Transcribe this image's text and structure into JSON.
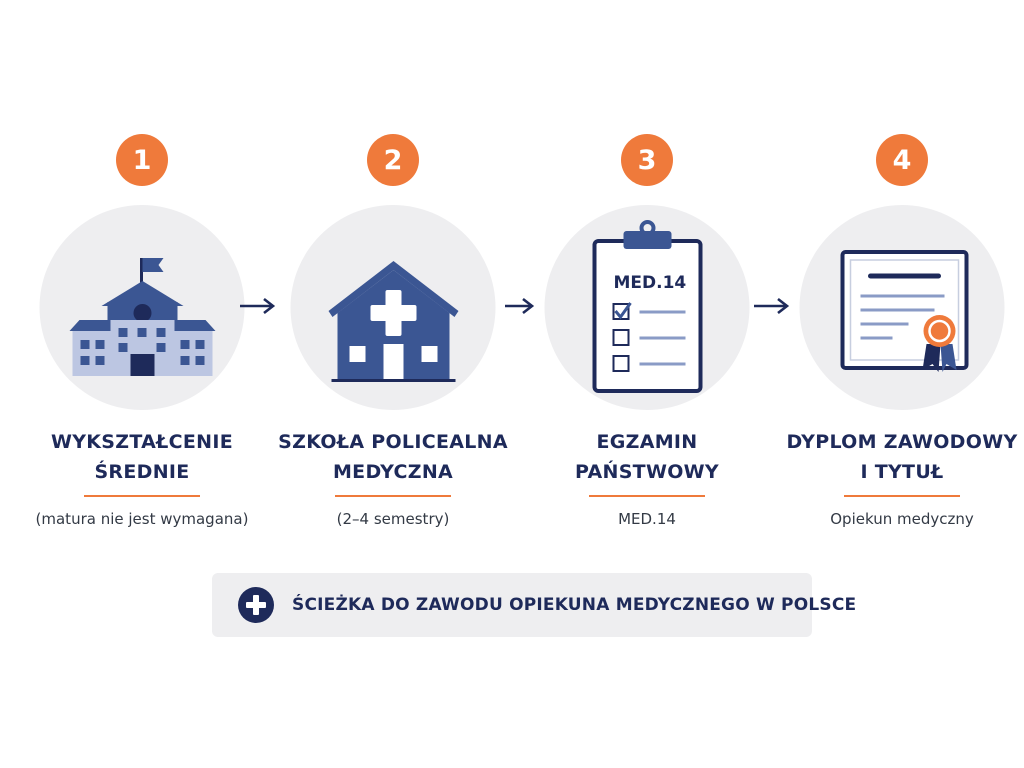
{
  "colors": {
    "accent": "#EF7A3B",
    "navy": "#1E2A5A",
    "icon_blue": "#3B5693",
    "circle_bg": "#EEEEF0"
  },
  "steps": [
    {
      "number": "1",
      "title_line1": "WYKSZTAŁCENIE",
      "title_line2": "ŚREDNIE",
      "subtitle": "(matura nie jest wymagana)",
      "icon": "school-building-icon"
    },
    {
      "number": "2",
      "title_line1": "SZKOŁA POLICEALNA",
      "title_line2": "MEDYCZNA",
      "subtitle": "(2–4 semestry)",
      "icon": "medical-school-icon"
    },
    {
      "number": "3",
      "title_line1": "EGZAMIN",
      "title_line2": "PAŃSTWOWY",
      "subtitle": "MED.14",
      "icon": "exam-clipboard-icon",
      "clipboard_label": "MED.14"
    },
    {
      "number": "4",
      "title_line1": "DYPLOM ZAWODOWY",
      "title_line2": "I TYTUŁ",
      "subtitle": "Opiekun medyczny",
      "icon": "diploma-certificate-icon"
    }
  ],
  "banner": {
    "icon": "medical-cross-icon",
    "text": "ŚCIEŻKA DO ZAWODU OPIEKUNA MEDYCZNEGO W POLSCE"
  }
}
